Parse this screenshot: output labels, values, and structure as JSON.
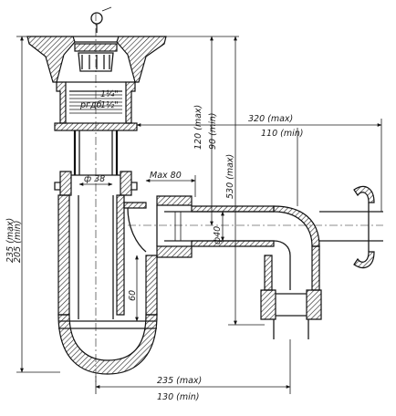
{
  "dimensions": {
    "thread_label": "1¼\"",
    "thread_inner_label": "ргдб",
    "thread_low_label": "1½\"",
    "d38": "ф 38",
    "max80": "Max 80",
    "d40": "ф40",
    "v60": "60",
    "h120max": "120 (max)",
    "h90min": "90 (min)",
    "h530max": "530 (max)",
    "h235max": "235 (max)",
    "h205min": "205 (min)",
    "w320max": "320 (max)",
    "w110min": "110 (min)",
    "w235max": "235 (max)",
    "w130min": "130 (min)"
  }
}
